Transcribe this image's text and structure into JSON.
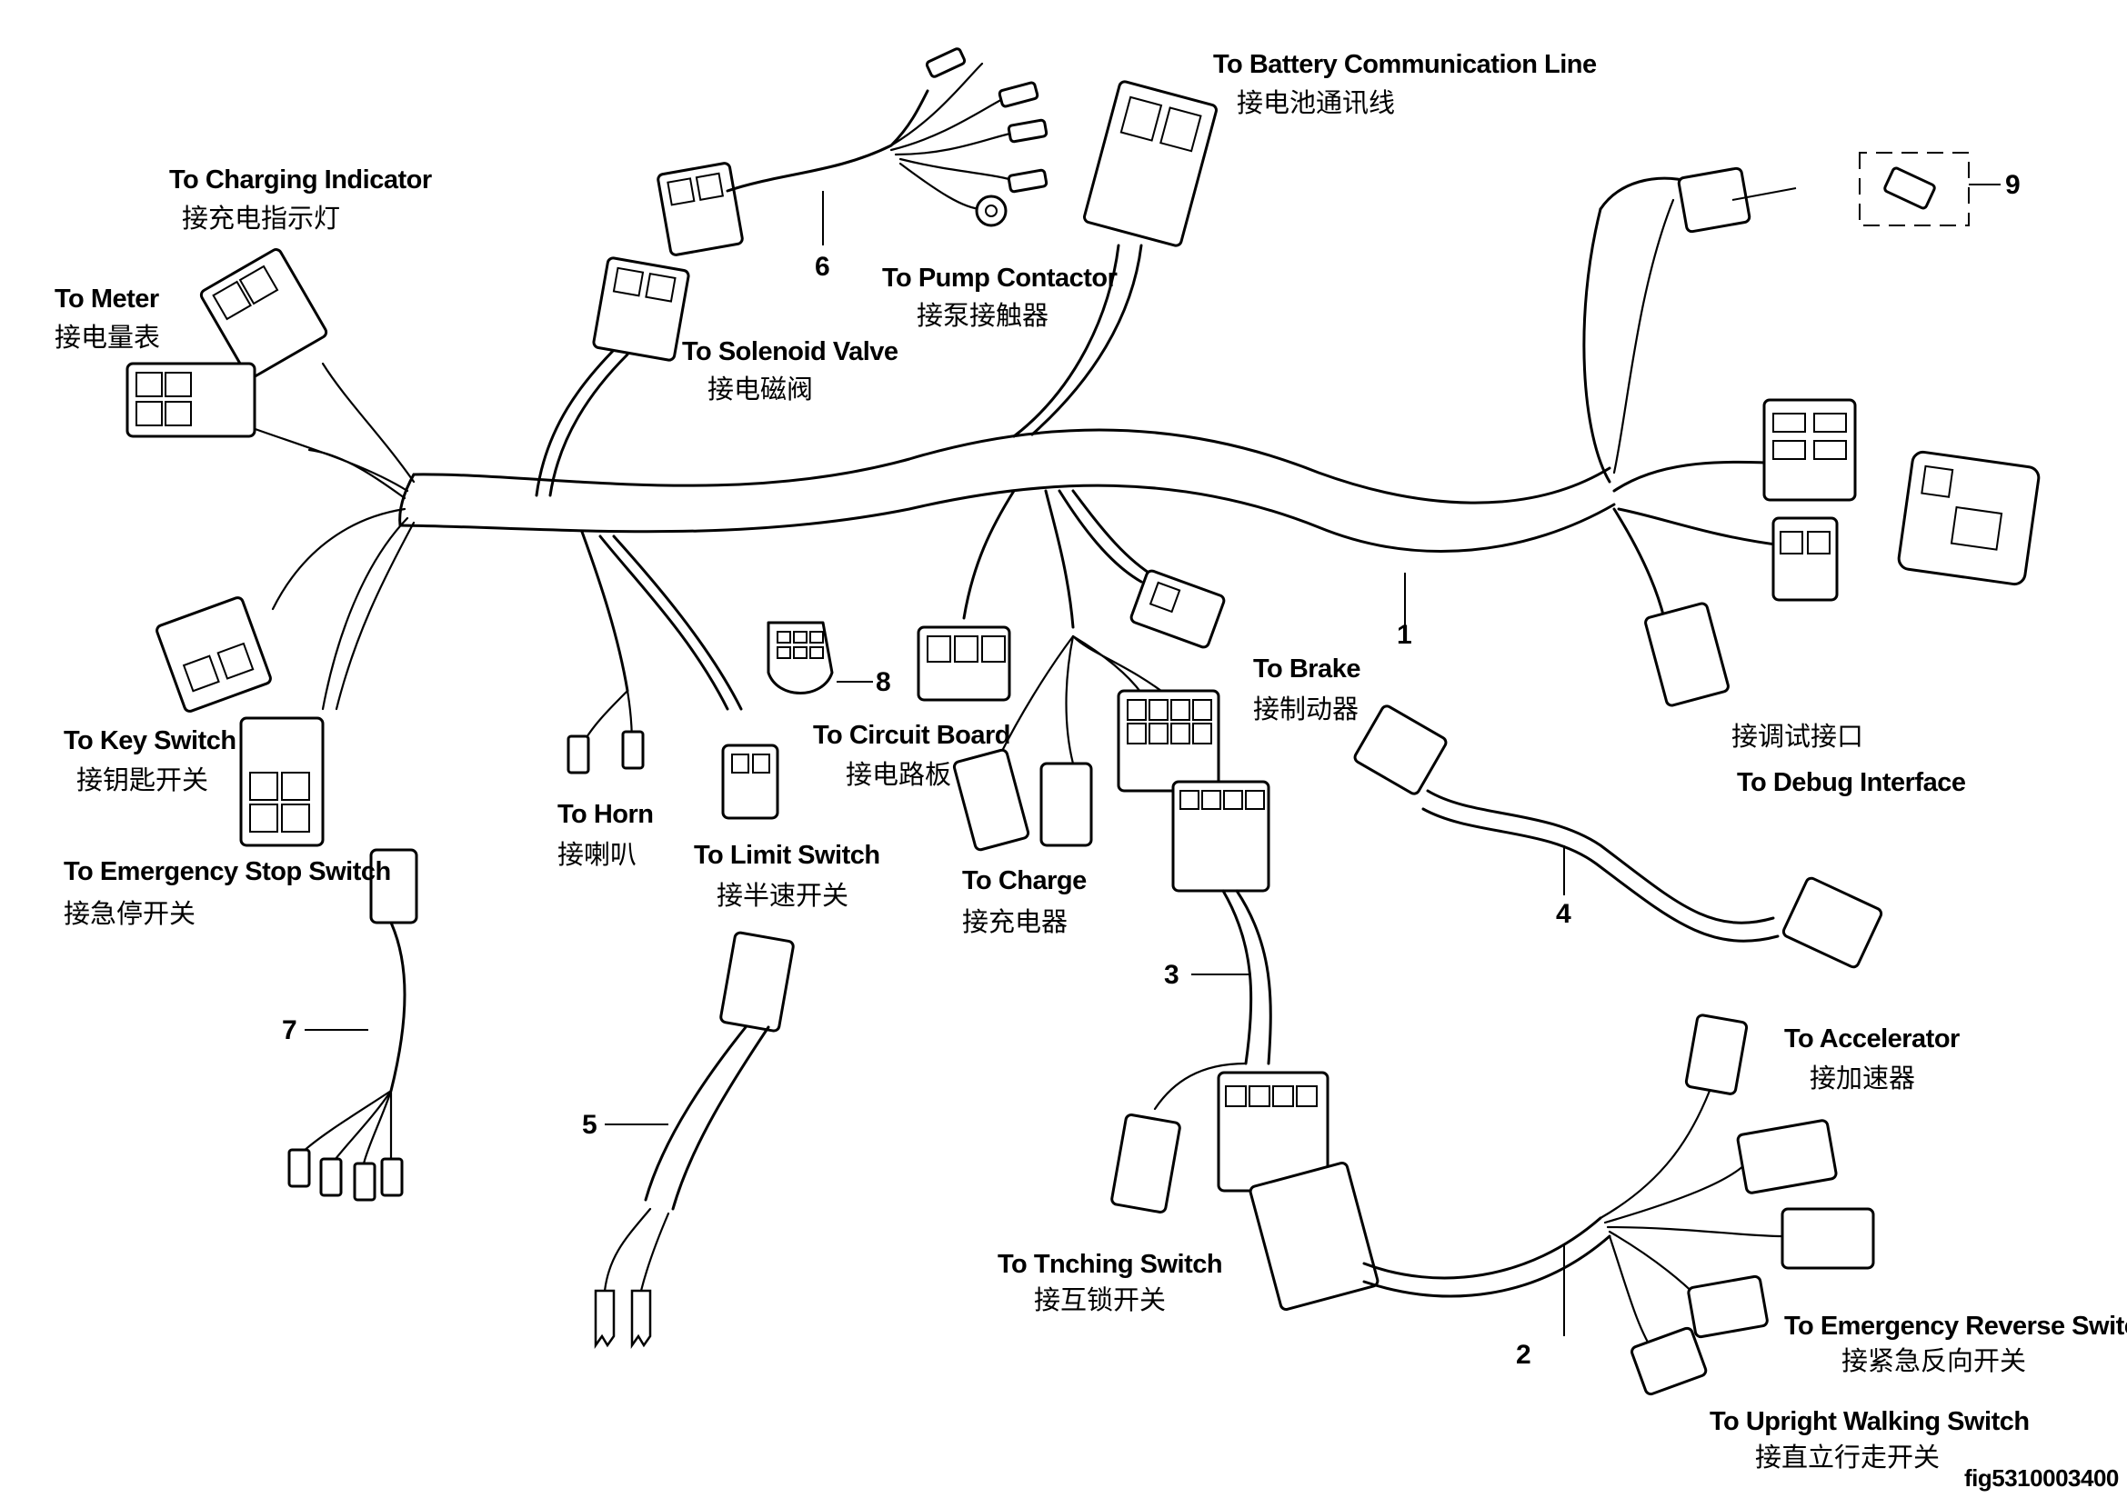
{
  "labels": {
    "battery_comm": {
      "en": "To Battery Communication Line",
      "zh": "接电池通讯线"
    },
    "charging_indicator": {
      "en": "To Charging Indicator",
      "zh": "接充电指示灯"
    },
    "meter": {
      "en": "To Meter",
      "zh": "接电量表"
    },
    "pump_contactor": {
      "en": "To Pump Contactor",
      "zh": "接泵接触器"
    },
    "solenoid_valve": {
      "en": "To Solenoid Valve",
      "zh": "接电磁阀"
    },
    "key_switch": {
      "en": "To Key Switch",
      "zh": "接钥匙开关"
    },
    "emergency_stop": {
      "en": "To Emergency Stop Switch",
      "zh": "接急停开关"
    },
    "horn": {
      "en": "To Horn",
      "zh": "接喇叭"
    },
    "limit_switch": {
      "en": "To Limit Switch",
      "zh": "接半速开关"
    },
    "circuit_board": {
      "en": "To Circuit Board",
      "zh": "接电路板"
    },
    "charge": {
      "en": "To Charge",
      "zh": "接充电器"
    },
    "brake": {
      "en": "To Brake",
      "zh": "接制动器"
    },
    "debug_interface": {
      "en": "To Debug Interface",
      "zh": "接调试接口"
    },
    "accelerator": {
      "en": "To Accelerator",
      "zh": "接加速器"
    },
    "inching_switch": {
      "en": "To  Tnching Switch",
      "zh": "接互锁开关"
    },
    "emergency_reverse": {
      "en": "To Emergency Reverse Switch",
      "zh": "接紧急反向开关"
    },
    "upright_walking": {
      "en": "To Upright Walking Switch",
      "zh": "接直立行走开关"
    }
  },
  "callouts": {
    "n1": "1",
    "n2": "2",
    "n3": "3",
    "n4": "4",
    "n5": "5",
    "n6": "6",
    "n7": "7",
    "n8": "8",
    "n9": "9"
  },
  "figure_id": "fig5310003400"
}
